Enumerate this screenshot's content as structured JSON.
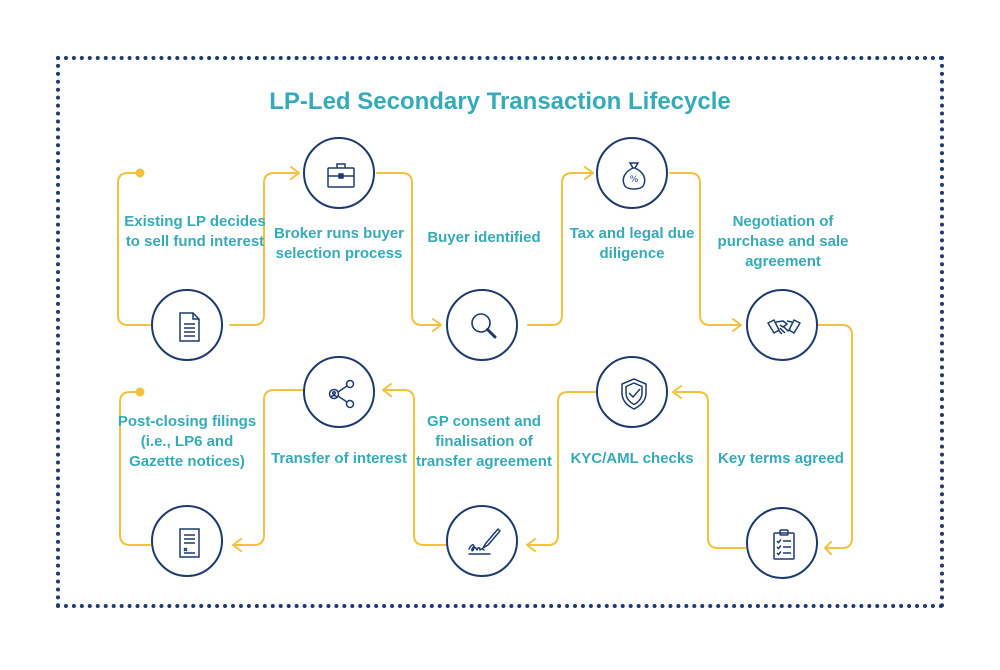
{
  "title": "LP-Led Secondary Transaction Lifecycle",
  "colors": {
    "accent": "#35aab8",
    "navy": "#1c3a6e",
    "connector": "#f2c13d"
  },
  "steps": [
    {
      "label": "Existing LP decides to sell fund interest",
      "icon": "document-icon"
    },
    {
      "label": "Broker runs buyer selection process",
      "icon": "briefcase-icon"
    },
    {
      "label": "Buyer identified",
      "icon": "magnifier-icon"
    },
    {
      "label": "Tax and legal due diligence",
      "icon": "money-bag-icon"
    },
    {
      "label": "Negotiation of purchase and sale agreement",
      "icon": "handshake-icon"
    },
    {
      "label": "Key terms agreed",
      "icon": "clipboard-checklist-icon"
    },
    {
      "label": "KYC/AML checks",
      "icon": "shield-check-icon"
    },
    {
      "label": "GP consent and finalisation of transfer agreement",
      "icon": "pen-signature-icon"
    },
    {
      "label": "Transfer of interest",
      "icon": "share-icon"
    },
    {
      "label": "Post-closing filings (i.e., LP6 and Gazette notices)",
      "icon": "signed-document-icon"
    }
  ]
}
